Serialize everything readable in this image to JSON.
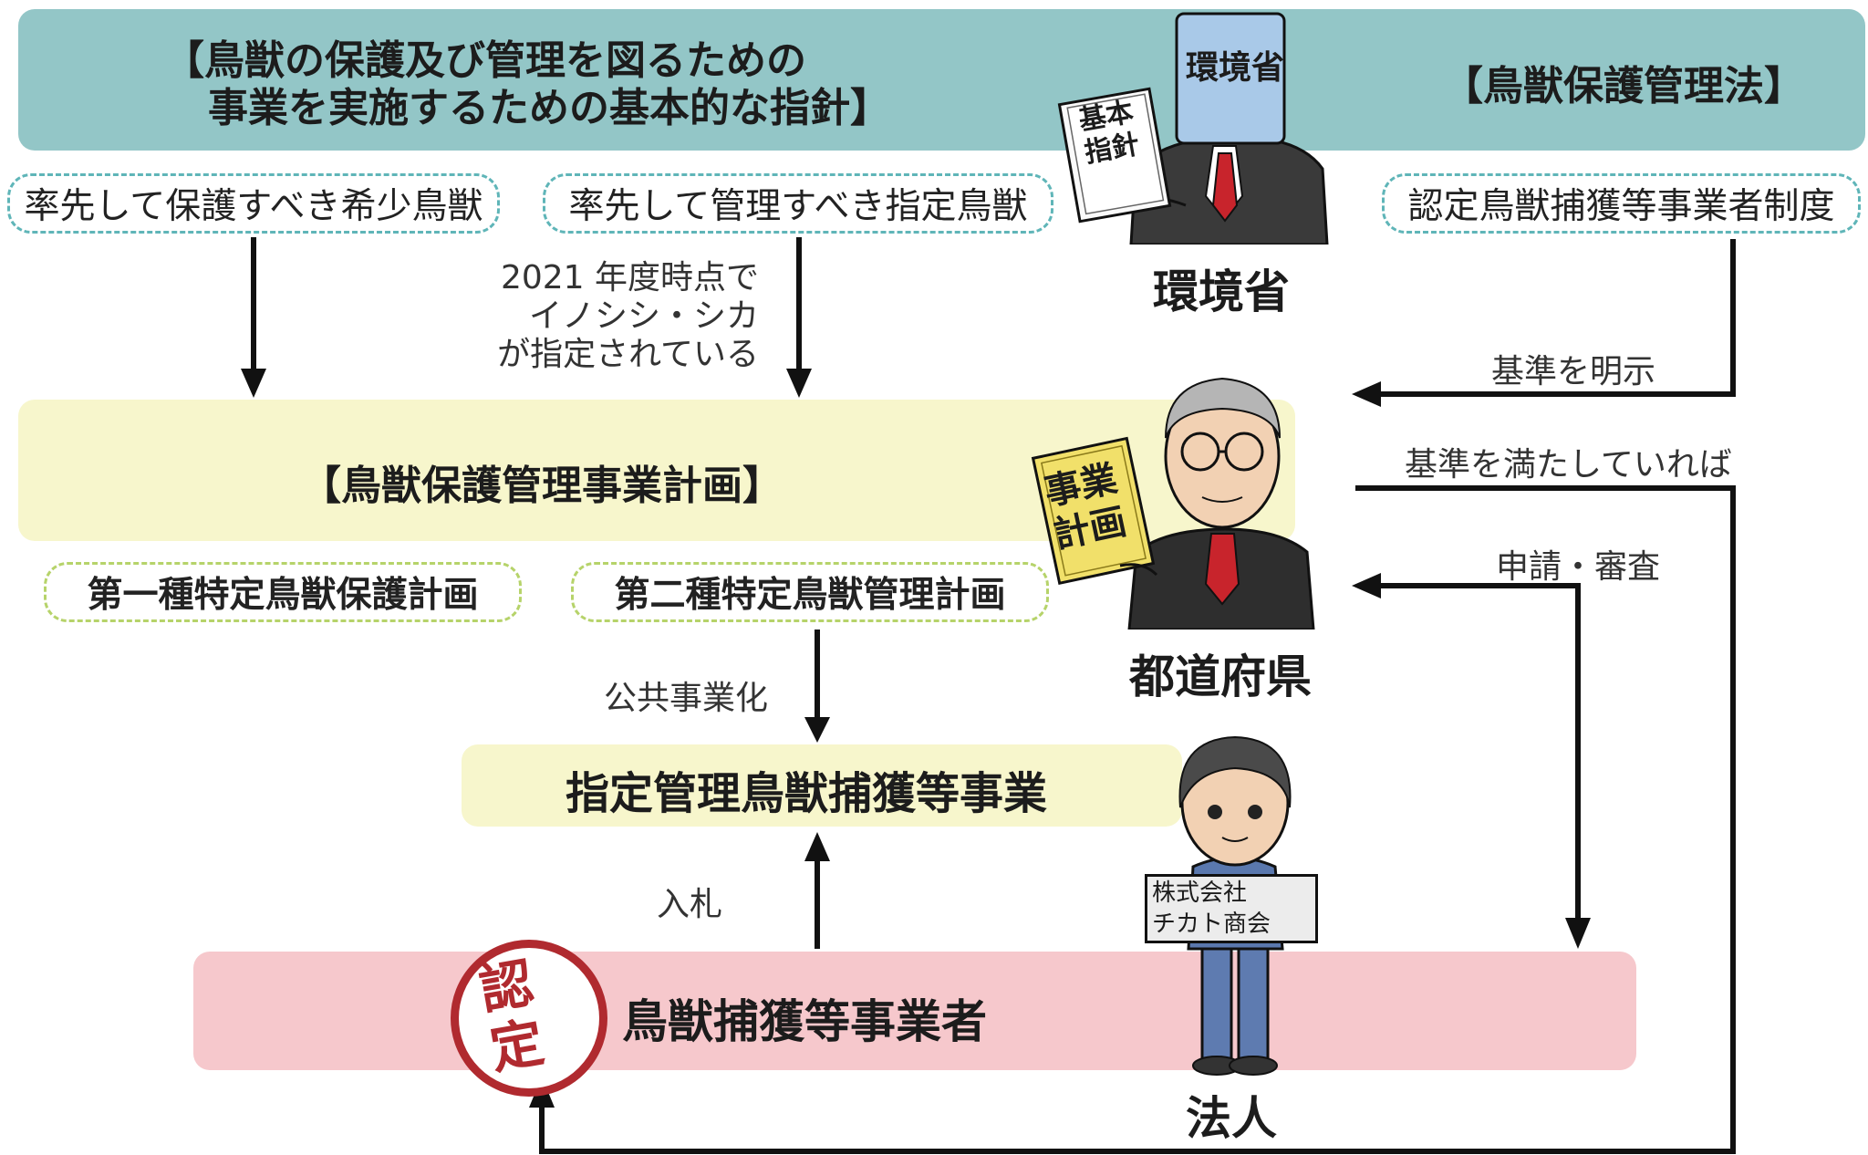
{
  "top_band": {
    "title_line1": "【鳥獣の保護及び管理を図るための",
    "title_line2": "事業を実施するための基本的な指針】",
    "law": "【鳥獣保護管理法】"
  },
  "ministry_figure": {
    "head_text": "環境省",
    "book_text": "基本\n指針"
  },
  "policy_boxes": {
    "rare": "率先して保護すべき希少鳥獣",
    "designated": "率先して管理すべき指定鳥獣",
    "certification": "認定鳥獣捕獲等事業者制度"
  },
  "actors": {
    "ministry": "環境省",
    "prefecture": "都道府県",
    "corporation": "法人"
  },
  "notes": {
    "designation": "2021 年度時点で\nイノシシ・シカ\nが指定されている",
    "criteria": "基準を明示",
    "if_criteria": "基準を満たしていれば",
    "application": "申請・審査",
    "public_project": "公共事業化",
    "bid": "入札"
  },
  "plan_band": {
    "title": "【鳥獣保護管理事業計画】",
    "type1": "第一種特定鳥獣保護計画",
    "type2": "第二種特定鳥獣管理計画"
  },
  "prefecture_figure": {
    "book_text": "事業\n計画"
  },
  "capture_project": {
    "title": "指定管理鳥獣捕獲等事業"
  },
  "corporation_figure": {
    "sign_text": "株式会社\nチカト商会"
  },
  "operator_band": {
    "title": "鳥獣捕獲等事業者",
    "stamp": "認\n定"
  }
}
